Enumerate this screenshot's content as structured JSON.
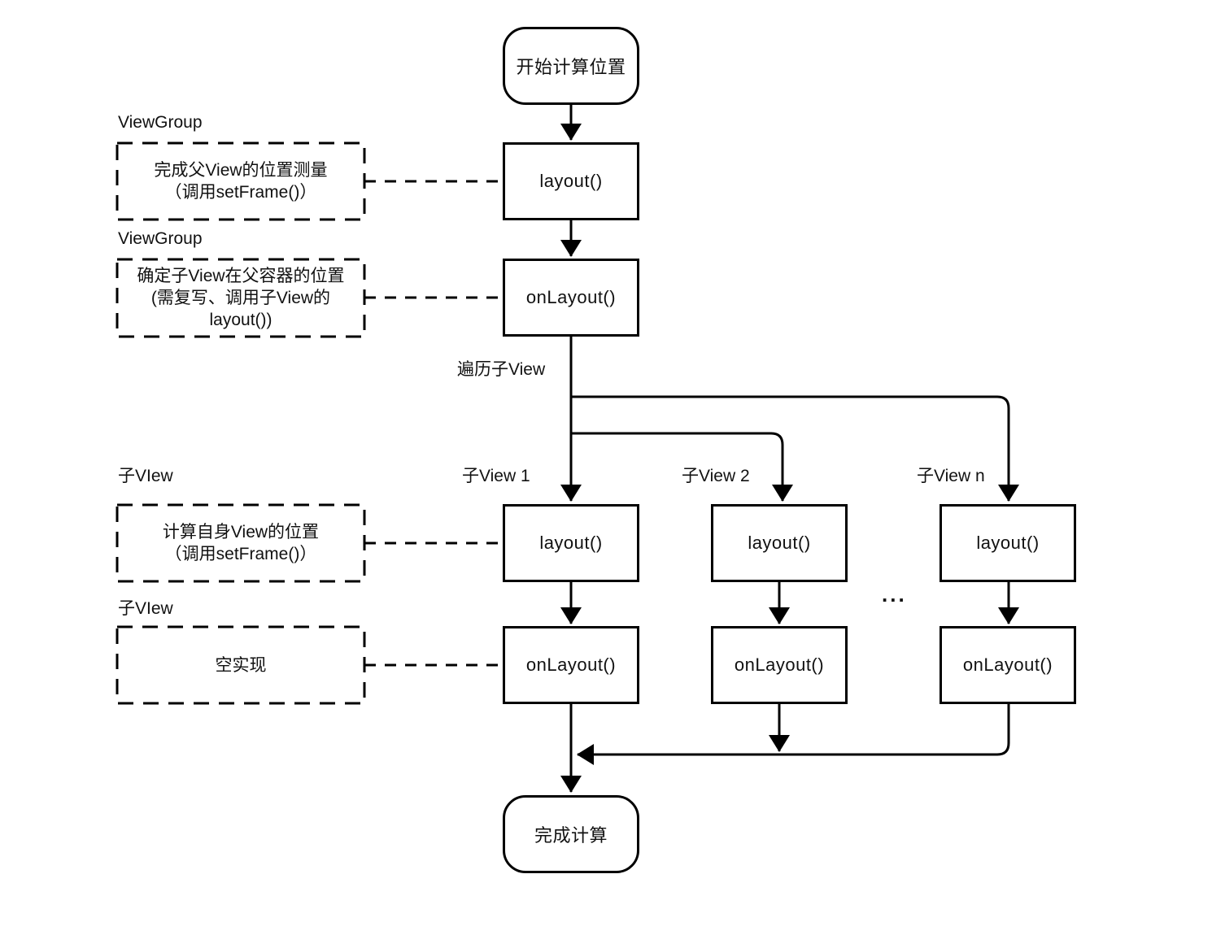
{
  "diagram": {
    "nodes": {
      "start": "开始计算位置",
      "root_layout": "layout()",
      "root_onlayout": "onLayout()",
      "child1_layout": "layout()",
      "child1_onlayout": "onLayout()",
      "child2_layout": "layout()",
      "child2_onlayout": "onLayout()",
      "childn_layout": "layout()",
      "childn_onlayout": "onLayout()",
      "end": "完成计算"
    },
    "annotations": [
      {
        "label": "ViewGroup",
        "lines": [
          "完成父View的位置测量",
          "（调用setFrame()）"
        ]
      },
      {
        "label": "ViewGroup",
        "lines": [
          "确定子View在父容器的位置",
          "(需复写、调用子View的",
          "layout())"
        ]
      },
      {
        "label": "子VIew",
        "lines": [
          "计算自身View的位置",
          "（调用setFrame()）"
        ]
      },
      {
        "label": "子VIew",
        "lines": [
          "空实现"
        ]
      }
    ],
    "labels": {
      "traverse": "遍历子View",
      "child1": "子View 1",
      "child2": "子View 2",
      "childn": "子View n",
      "ellipsis": "..."
    },
    "colors": {
      "stroke": "#000000",
      "text": "#111111",
      "background": "#ffffff"
    }
  }
}
